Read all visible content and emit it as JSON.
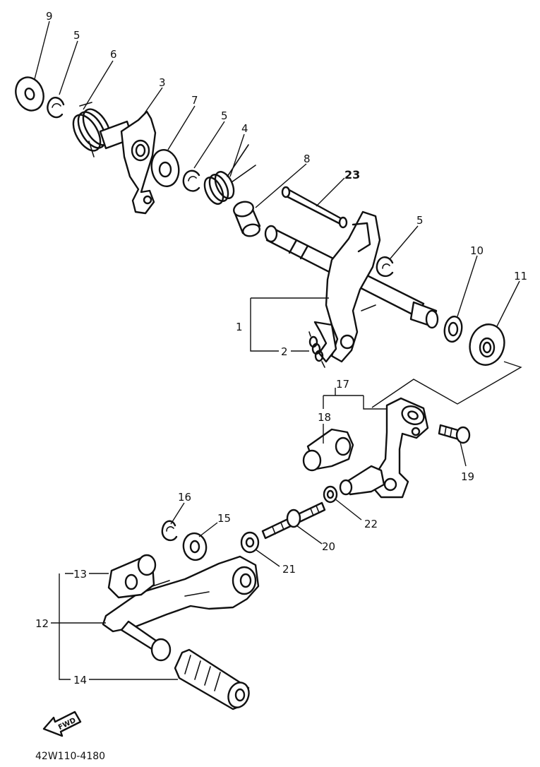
{
  "diagram": {
    "callouts": {
      "c1": "1",
      "c2": "2",
      "c3": "3",
      "c4": "4",
      "c5a": "5",
      "c5b": "5",
      "c5c": "5",
      "c6": "6",
      "c7": "7",
      "c8": "8",
      "c9": "9",
      "c10": "10",
      "c11": "11",
      "c12": "12",
      "c13": "13",
      "c14": "14",
      "c15": "15",
      "c16": "16",
      "c17": "17",
      "c18": "18",
      "c19": "19",
      "c20": "20",
      "c21": "21",
      "c22": "22",
      "c23": "23"
    },
    "fwd_label": "FWD",
    "diagram_code": "42W110-4180"
  }
}
